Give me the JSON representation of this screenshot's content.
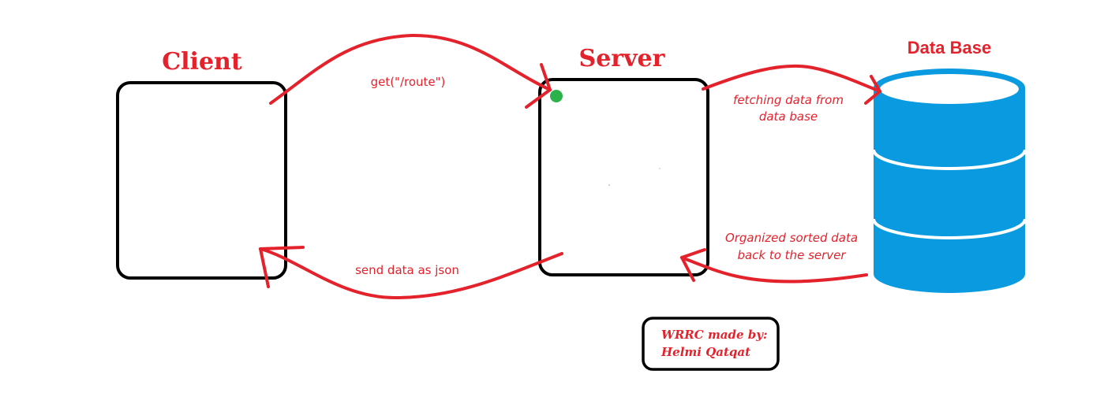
{
  "colors": {
    "accent_red": "#e4222c",
    "db_blue": "#0a9ae0",
    "node_dot": "#2db24b",
    "outline": "#000000"
  },
  "nodes": {
    "client": {
      "title": "Client"
    },
    "server": {
      "title": "Server"
    },
    "database": {
      "title": "Data Base"
    }
  },
  "edges": {
    "request": {
      "label": "get(\"/route\")"
    },
    "response": {
      "label": "send data as json"
    },
    "fetch": {
      "label_line1": "fetching data from",
      "label_line2": "data base"
    },
    "return": {
      "label_line1": "Organized sorted data",
      "label_line2": "back to the server"
    }
  },
  "credit": {
    "line1": "WRRC made by:",
    "line2": "Helmi Qatqat"
  }
}
